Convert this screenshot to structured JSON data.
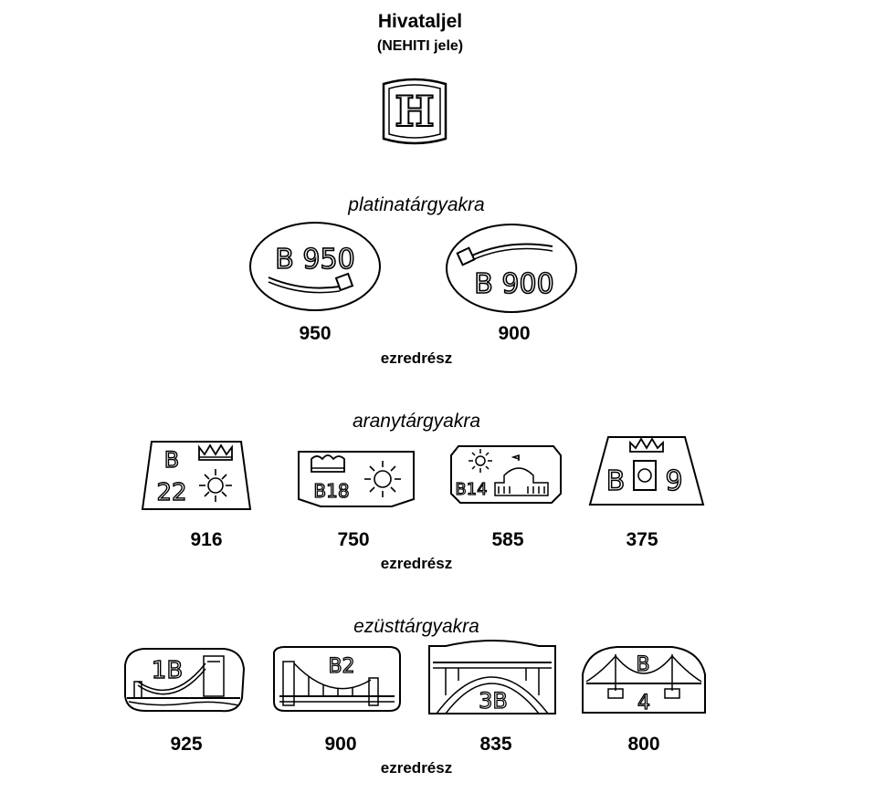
{
  "header": {
    "title": "Hivataljel",
    "subtitle": "(NEHITI jele)",
    "mark_letter": "H"
  },
  "platinum": {
    "heading": "platinatárgyakra",
    "unit": "ezredrész",
    "stamps": [
      {
        "text": "B 950",
        "value": "950"
      },
      {
        "text": "B 900",
        "value": "900"
      }
    ]
  },
  "gold": {
    "heading": "aranytárgyakra",
    "unit": "ezredrész",
    "stamps": [
      {
        "top": "B",
        "bottom": "22",
        "value": "916"
      },
      {
        "text": "B18",
        "value": "750"
      },
      {
        "text": "B14",
        "value": "585"
      },
      {
        "left": "B",
        "right": "9",
        "value": "375"
      }
    ]
  },
  "silver": {
    "heading": "ezüsttárgyakra",
    "unit": "ezredrész",
    "stamps": [
      {
        "text": "1B",
        "value": "925"
      },
      {
        "text": "B2",
        "value": "900"
      },
      {
        "text": "3B",
        "value": "835"
      },
      {
        "top": "B",
        "bottom": "4",
        "value": "800"
      }
    ]
  }
}
